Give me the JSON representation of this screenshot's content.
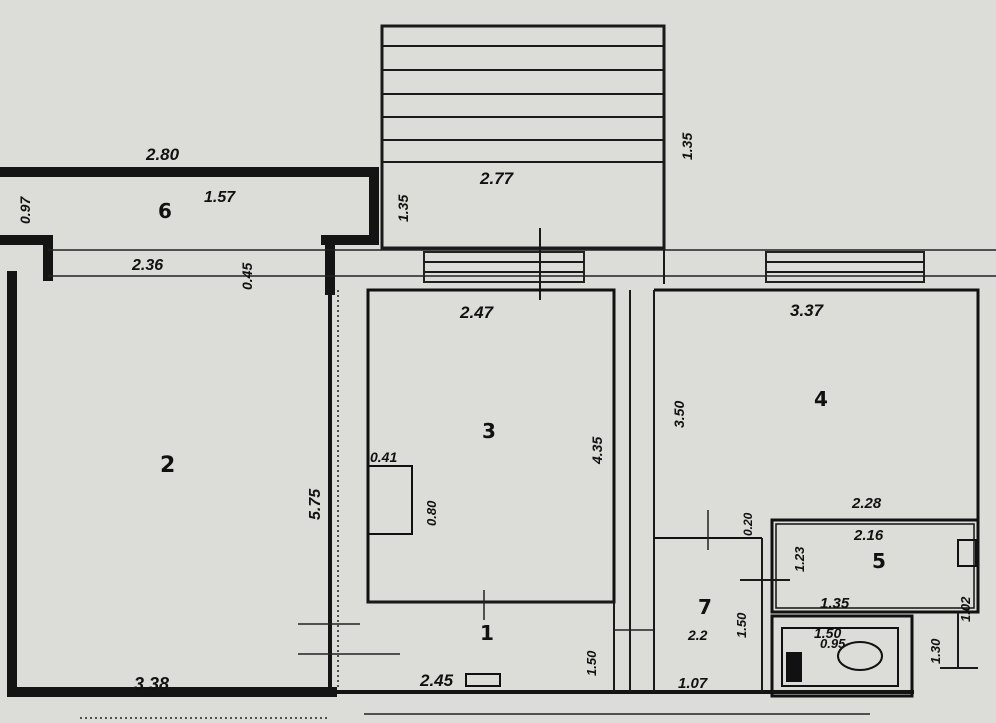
{
  "rooms": {
    "r1": "1",
    "r2": "2",
    "r3": "3",
    "r4": "4",
    "r5": "5",
    "r6": "6",
    "r7": "7"
  },
  "dimensions": {
    "d_280": "2.80",
    "d_097": "0.97",
    "d_157": "1.57",
    "d_135a": "1.35",
    "d_277": "2.77",
    "d_135b": "1.35",
    "d_236": "2.36",
    "d_045": "0.45",
    "d_247": "2.47",
    "d_337": "3.37",
    "d_575": "5.75",
    "d_435": "4.35",
    "d_441": "0.41",
    "d_080": "0.80",
    "d_350": "3.50",
    "d_020": "0.20",
    "d_228": "2.28",
    "d_216": "2.16",
    "d_123": "1.23",
    "d_102": "1.02",
    "d_135c": "1.35",
    "d_150a": "1.50",
    "d_150b": "1.50",
    "d_130": "1.30",
    "d_338": "3.38",
    "d_245": "2.45",
    "d_107": "1.07",
    "d_22": "2.2",
    "d_150c": "1.50",
    "d_095": "0.95"
  }
}
